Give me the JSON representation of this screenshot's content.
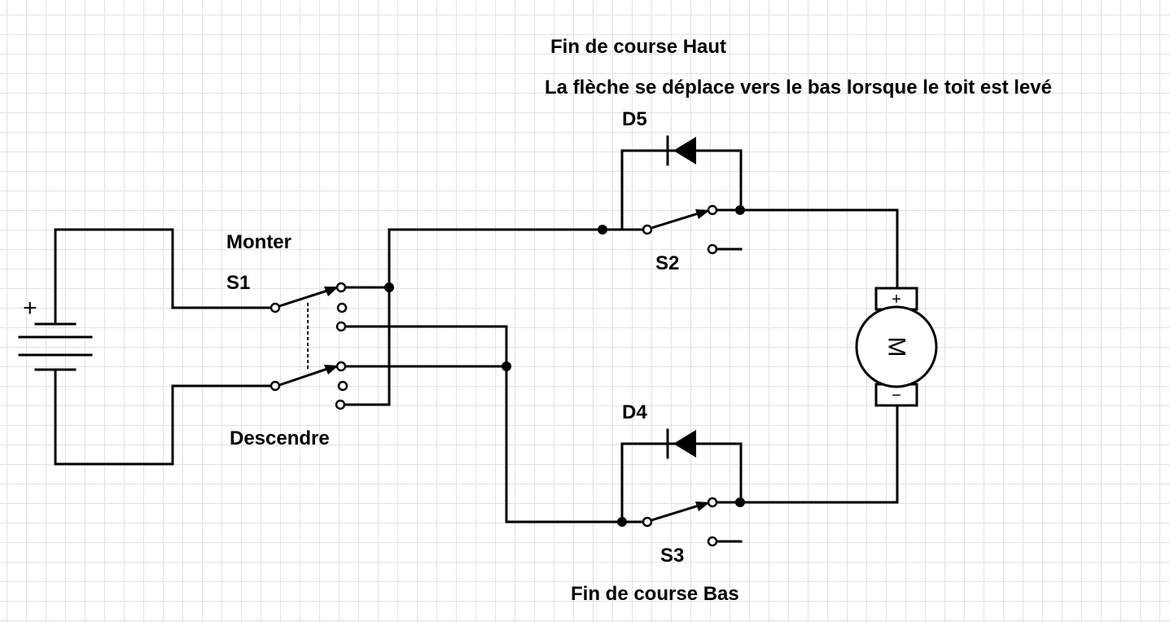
{
  "labels": {
    "limit_top": "Fin de course Haut",
    "note": "La flèche se déplace vers le bas lorsque le toit est levé",
    "diode_top": "D5",
    "diode_bottom": "D4",
    "switch_main": "S1",
    "up": "Monter",
    "down": "Descendre",
    "switch_top": "S2",
    "switch_bottom": "S3",
    "limit_bottom": "Fin de course Bas",
    "motor": "M",
    "motor_plus": "+",
    "motor_minus": "−",
    "battery_plus": "+"
  },
  "components": [
    "battery",
    "switch-S1",
    "switch-S2",
    "switch-S3",
    "diode-D4",
    "diode-D5",
    "motor-M"
  ]
}
